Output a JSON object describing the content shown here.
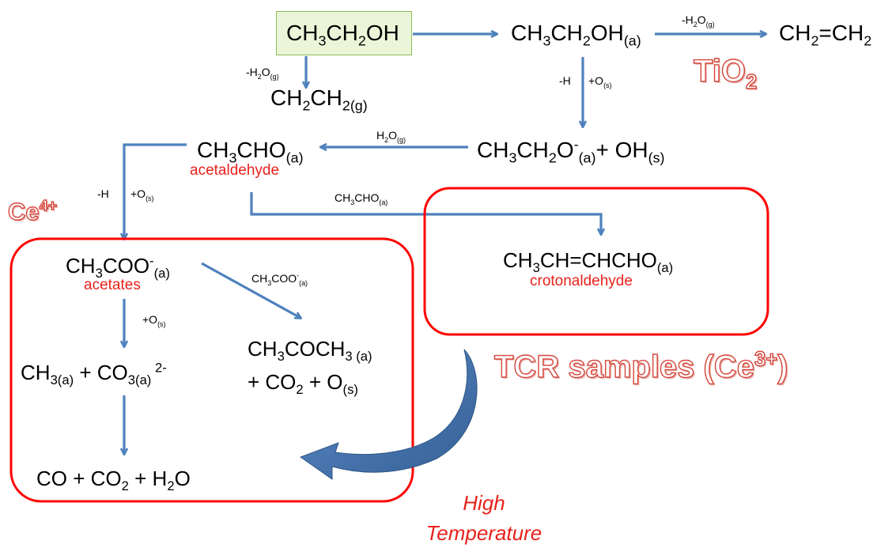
{
  "species": {
    "ethanol": "CH3CH2OH",
    "ethanol_adsorbed": "CH3CH2OH(a)",
    "ethylene": "CH2=CH2",
    "ch2ch2_gas": "CH2CH2(g)",
    "ethoxy_hydroxyl": "CH3CH2O-(a) + OH(s)",
    "acetaldehyde_adsorbed": "CH3CHO(a)",
    "acetate_adsorbed": "CH3COO-(a)",
    "crotonaldehyde_adsorbed": "CH3CH=CHCHO(a)",
    "acetone_products": "CH3COCH3 (a) + CO2 + O(s)",
    "methyl_carbonate": "CH3(a) + CO3(a) 2-",
    "final_products": "CO + CO2 + H2O"
  },
  "names": {
    "acetaldehyde": "acetaldehyde",
    "acetates": "acetates",
    "crotonaldehyde": "crotonaldehyde"
  },
  "arrow_labels": {
    "dehydration": "-H2O(g)",
    "minus_h": "-H",
    "plus_o": "+O(s)",
    "water_gas": "H2O(g)",
    "acetaldehyde_gas": "CH3CHO(a)",
    "acetate": "CH3COO-(a)"
  },
  "annotations": {
    "tio2": "TiO2",
    "ce4": "Ce4+",
    "tcr": "TCR samples (Ce3+)",
    "high_temperature_line1": "High",
    "high_temperature_line2": "Temperature"
  },
  "colors": {
    "arrow": "#4f81bd",
    "box_border": "#ff0000",
    "label_red": "#e8221c",
    "start_box_fill": "#ebf6d8",
    "start_box_border": "#8dbd56",
    "curved_arrow": "#4a78b0"
  }
}
